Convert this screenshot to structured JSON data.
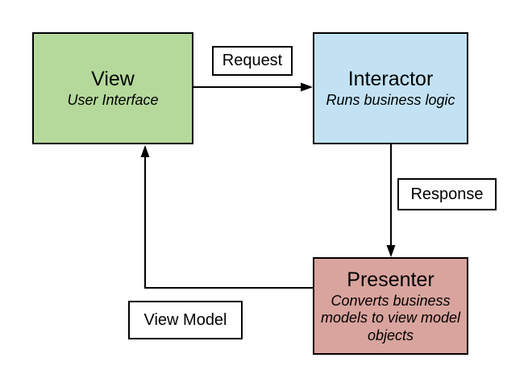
{
  "canvas": {
    "background": "#ffffff"
  },
  "nodes": {
    "view": {
      "title": "View",
      "subtitle": "User Interface",
      "fill": "#b5d99a"
    },
    "interactor": {
      "title": "Interactor",
      "subtitle": "Runs business logic",
      "fill": "#c2e2f3"
    },
    "presenter": {
      "title": "Presenter",
      "subtitle": "Converts business models to view model objects",
      "fill": "#d9a49e"
    }
  },
  "edges": {
    "request": {
      "label": "Request",
      "from": "View",
      "to": "Interactor"
    },
    "response": {
      "label": "Response",
      "from": "Interactor",
      "to": "Presenter"
    },
    "view_model": {
      "label": "View Model",
      "from": "Presenter",
      "to": "View"
    }
  },
  "colors": {
    "stroke": "#000000",
    "text": "#000000",
    "label_background": "#ffffff"
  }
}
